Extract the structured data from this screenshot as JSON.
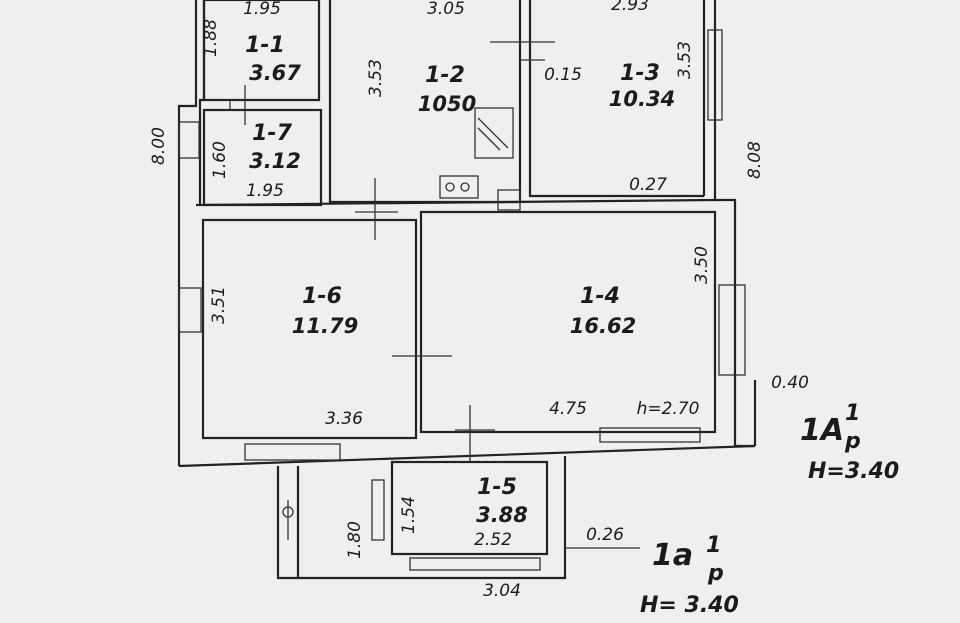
{
  "rooms": {
    "r1_1": {
      "id": "1-1",
      "area": "3.67",
      "dim_top": "1.95",
      "dim_side": "1.88"
    },
    "r1_7": {
      "id": "1-7",
      "area": "3.12",
      "dim_side": "1.60",
      "dim_bottom": "1.95"
    },
    "r1_2": {
      "id": "1-2",
      "area": "1050",
      "dim_top": "3.05",
      "dim_side": "3.53"
    },
    "r1_3": {
      "id": "1-3",
      "area": "10.34",
      "dim_top": "2.93",
      "dim_side": "3.53",
      "dim_inner": "0.15",
      "dim_bottom": "0.27"
    },
    "r1_6": {
      "id": "1-6",
      "area": "11.79",
      "dim_side": "3.51",
      "dim_bottom": "3.36"
    },
    "r1_4": {
      "id": "1-4",
      "area": "16.62",
      "dim_side": "3.50",
      "dim_bottom": "4.75",
      "height": "h=2.70"
    },
    "r1_5": {
      "id": "1-5",
      "area": "3.88",
      "dim_side": "1.54",
      "dim_bottom": "2.52"
    }
  },
  "dims": {
    "left_total": "8.00",
    "right_total": "8.08",
    "wall_right": "0.40",
    "porch_side": "1.80",
    "porch_width": "3.04",
    "porch_wall": "0.26"
  },
  "notes": {
    "n1": {
      "code": "1А",
      "sup": "1",
      "sub": "р",
      "height": "Н=3.40"
    },
    "n2": {
      "code": "1а",
      "sup": "1",
      "sub": "р",
      "height": "Н= 3.40"
    }
  }
}
